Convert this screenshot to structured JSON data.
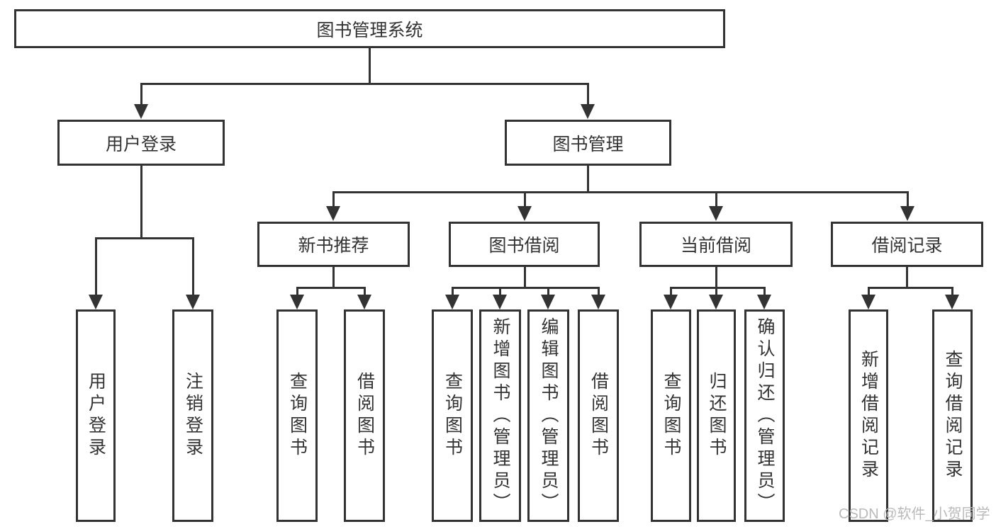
{
  "colors": {
    "line": "#333333",
    "box_border": "#333333",
    "text": "#333333",
    "background": "#ffffff",
    "watermark": "#b9b9b9"
  },
  "tree": {
    "root": {
      "label": "图书管理系统",
      "children": [
        {
          "label": "用户登录",
          "children": [
            {
              "label": "用户登录"
            },
            {
              "label": "注销登录"
            }
          ]
        },
        {
          "label": "图书管理",
          "children": [
            {
              "label": "新书推荐",
              "children": [
                {
                  "label": "查询图书"
                },
                {
                  "label": "借阅图书"
                }
              ]
            },
            {
              "label": "图书借阅",
              "children": [
                {
                  "label": "查询图书"
                },
                {
                  "label": "新增图书（管理员）"
                },
                {
                  "label": "编辑图书（管理员）"
                },
                {
                  "label": "借阅图书"
                }
              ]
            },
            {
              "label": "当前借阅",
              "children": [
                {
                  "label": "查询图书"
                },
                {
                  "label": "归还图书"
                },
                {
                  "label": "确认归还（管理员）"
                }
              ]
            },
            {
              "label": "借阅记录",
              "children": [
                {
                  "label": "新增借阅记录"
                },
                {
                  "label": "查询借阅记录"
                }
              ]
            }
          ]
        }
      ]
    }
  },
  "watermark": {
    "text": "CSDN @软件_小贺同学"
  }
}
